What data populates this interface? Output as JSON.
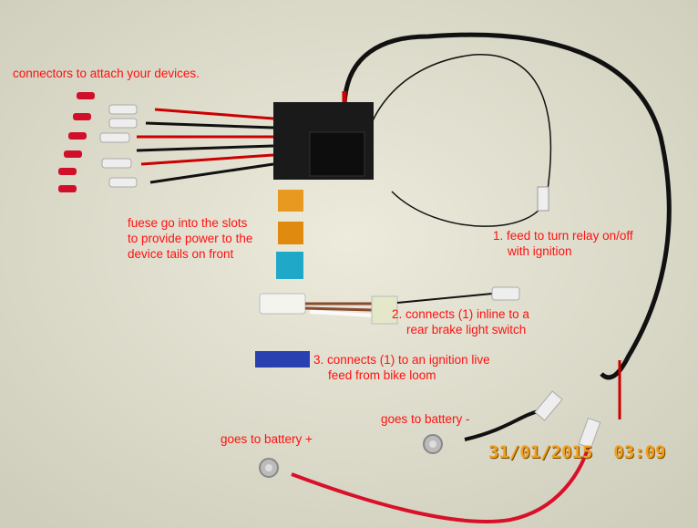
{
  "labels": {
    "connectors": "connectors to attach your devices.",
    "fuses": [
      "fuese go into the slots",
      "to provide power to the",
      "device tails on front"
    ],
    "feed": [
      "1. feed to turn relay on/off",
      "with ignition"
    ],
    "brake": [
      "2. connects (1) inline to a",
      "rear brake light switch"
    ],
    "ignition": [
      "3. connects (1) to an ignition live",
      "feed from bike loom"
    ],
    "battery_neg": "goes to battery -",
    "battery_pos": "goes to battery +"
  },
  "timestamp": "31/01/2015  03:09",
  "colors": {
    "label": "#ff1010",
    "stamp": "#f0a020",
    "background": "#e3e2d2"
  }
}
